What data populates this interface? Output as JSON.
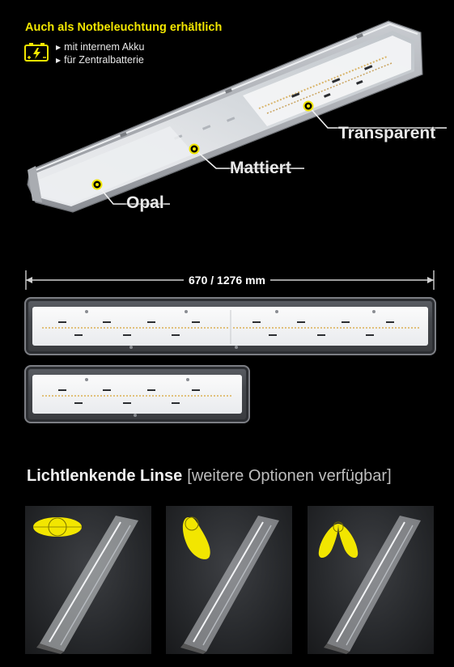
{
  "emergency": {
    "title": "Auch als Notbeleuchtung erhältlich",
    "options": [
      "mit internem Akku",
      "für Zentralbatterie"
    ]
  },
  "covers": {
    "transparent": "Transparent",
    "mattiert": "Mattiert",
    "opal": "Opal"
  },
  "dimensions": {
    "label": "670 / 1276 mm"
  },
  "lens": {
    "heading_strong": "Lichtlenkende Linse",
    "heading_note": "[weitere Optionen verfügbar]",
    "tiles": [
      {
        "beam": "wide-symmetric"
      },
      {
        "beam": "asymmetric"
      },
      {
        "beam": "narrow-batwing"
      }
    ]
  },
  "colors": {
    "accent_yellow": "#f2e600",
    "background": "#000000"
  }
}
